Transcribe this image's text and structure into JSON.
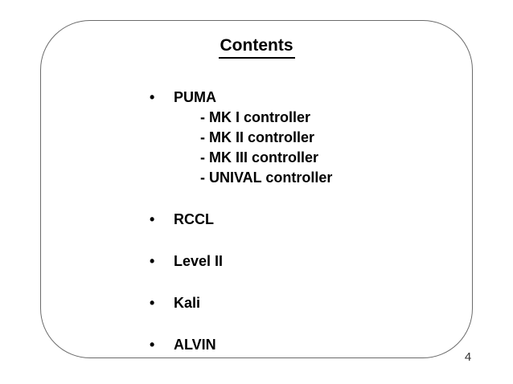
{
  "slide": {
    "title": "Contents",
    "page_number": "4",
    "bullet_char": "•",
    "items": [
      {
        "label": "PUMA",
        "subitems": [
          "- MK I controller",
          "- MK II controller",
          "- MK III controller",
          "- UNIVAL controller"
        ]
      },
      {
        "label": "RCCL"
      },
      {
        "label": "Level II"
      },
      {
        "label": "Kali"
      },
      {
        "label": "ALVIN"
      }
    ]
  },
  "colors": {
    "background": "#ffffff",
    "text": "#000000",
    "border": "#6b6b6b",
    "page_number_color": "#333333"
  }
}
